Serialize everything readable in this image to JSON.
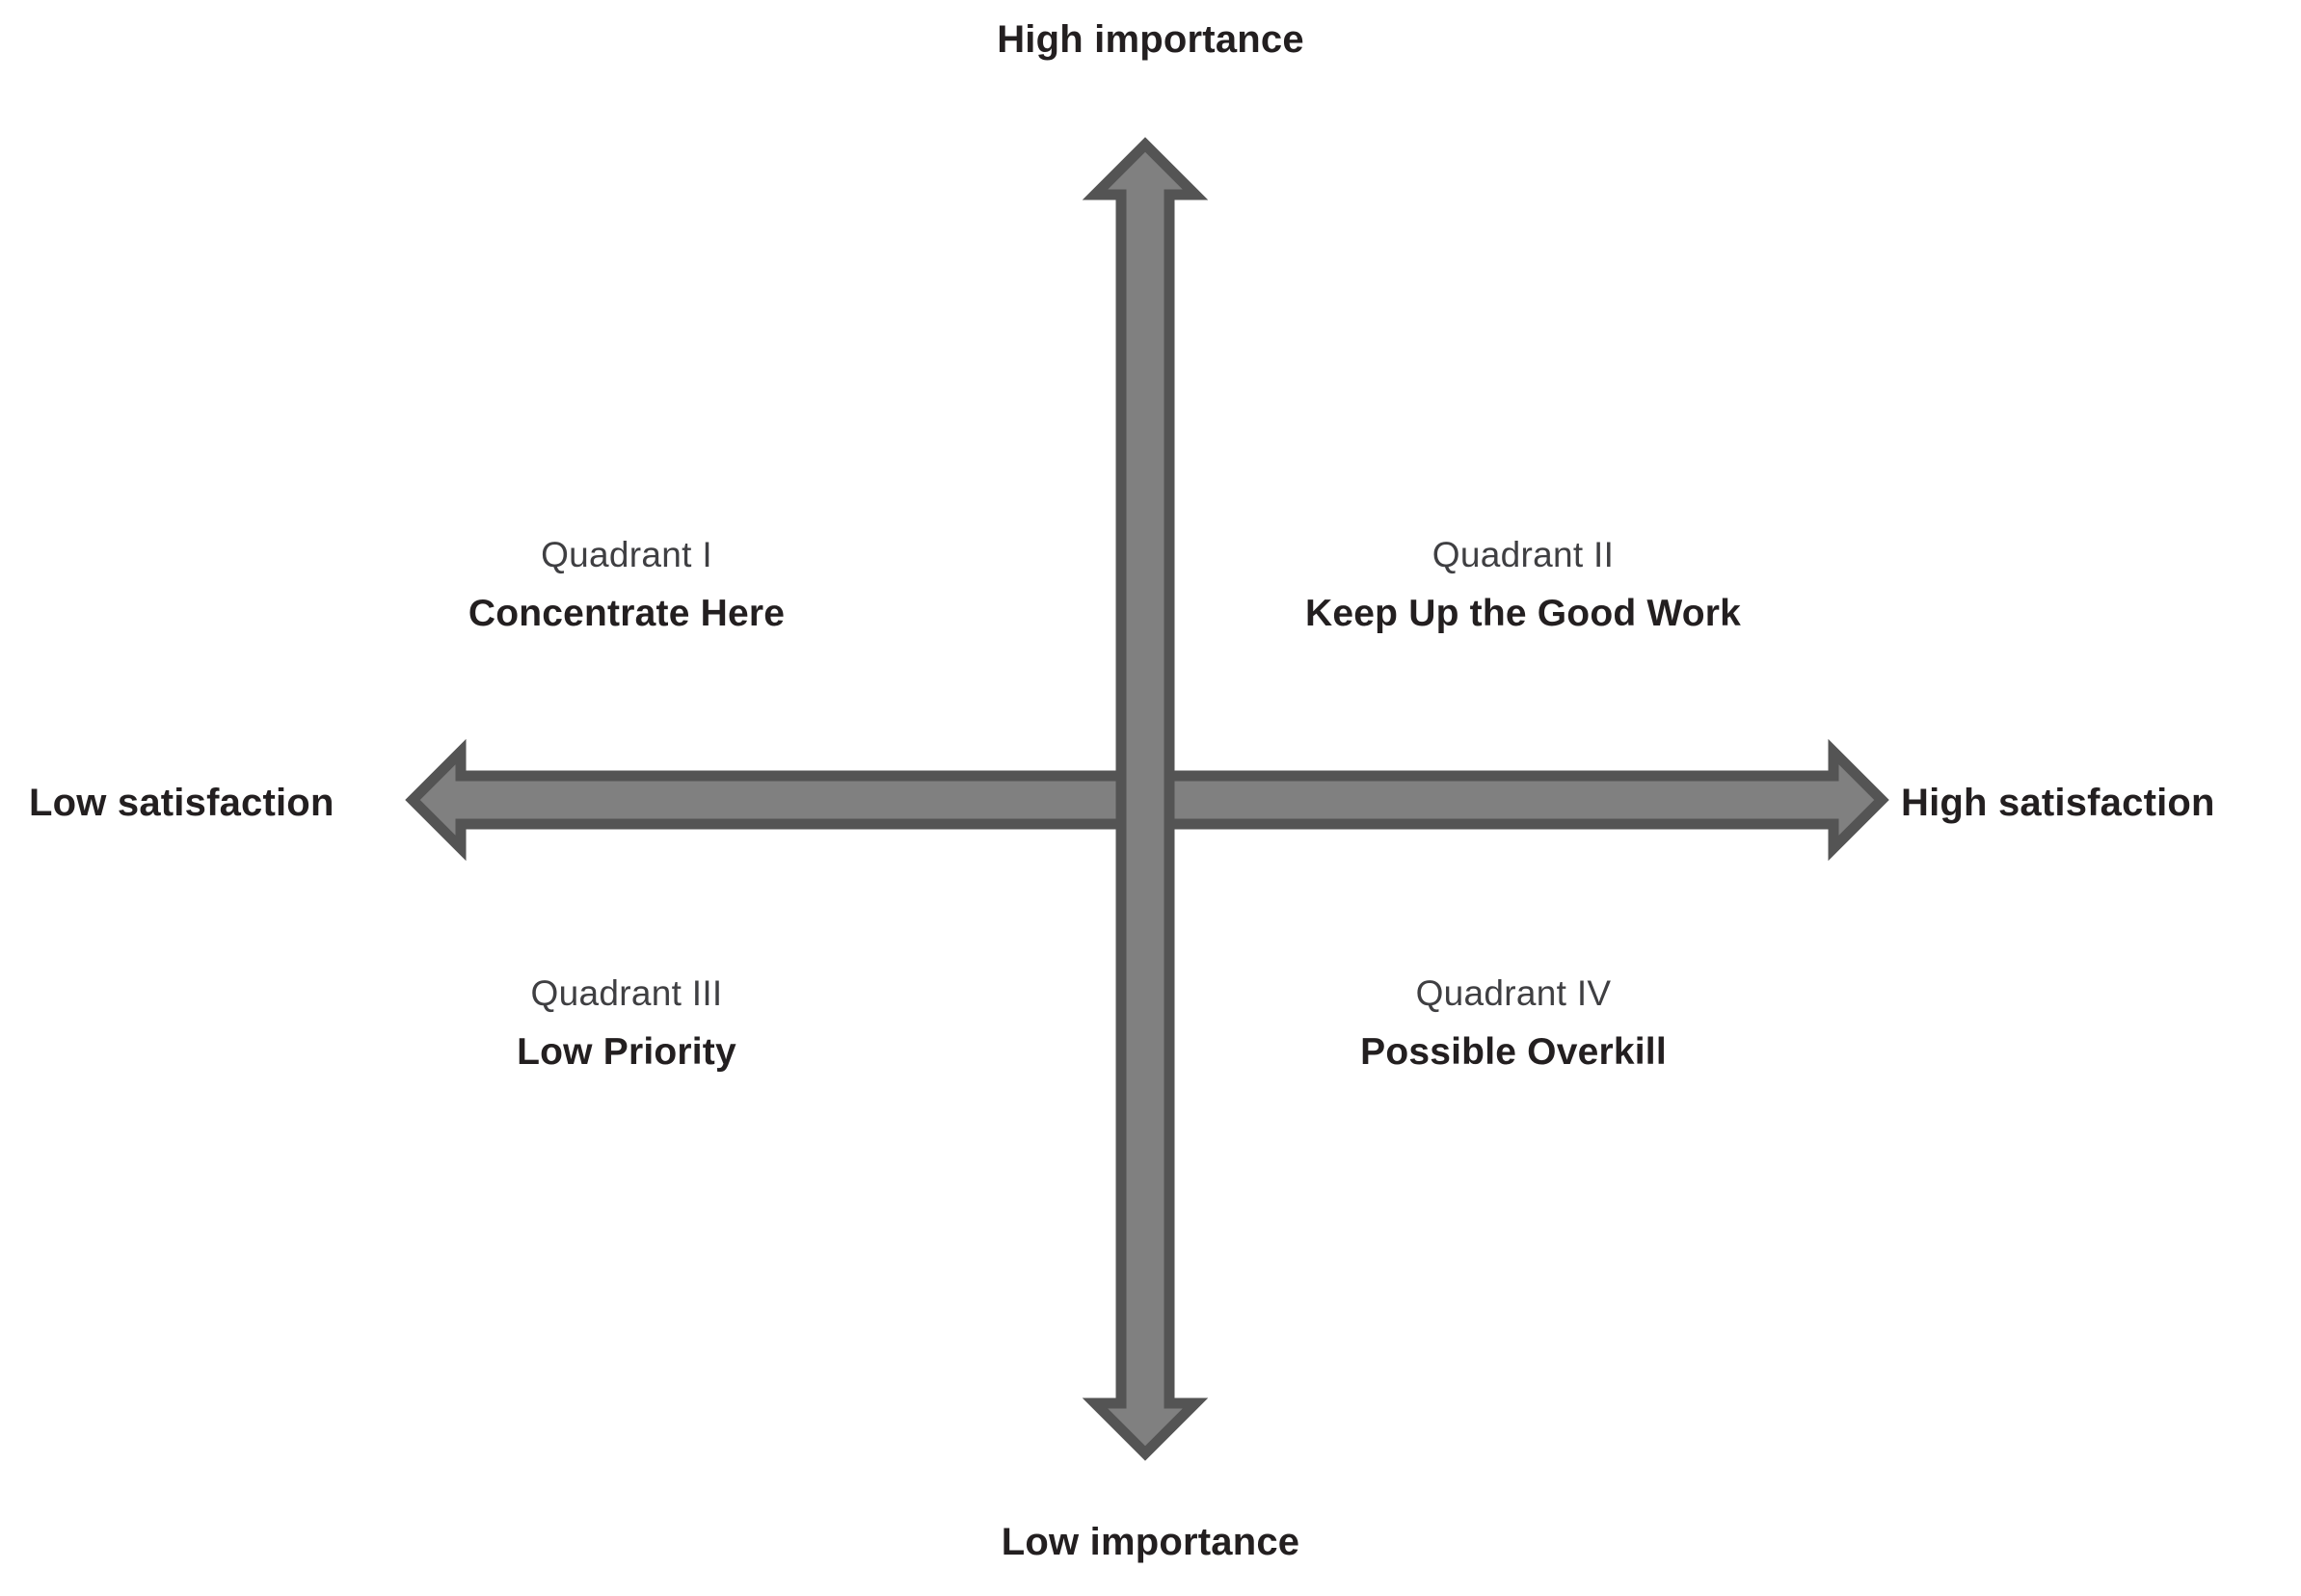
{
  "chart_data": {
    "type": "scatter",
    "title": "",
    "subtitle": "",
    "xlabel": "Satisfaction",
    "ylabel": "Importance",
    "grid": false,
    "legend": "none",
    "axis_style": "double-headed-arrow-cross",
    "axis_color": "#808080",
    "axis_outline_color": "#545454",
    "background": "#ffffff",
    "text_color": "#231f20",
    "axes": [
      {
        "id": "x-axis",
        "orientation": "horizontal",
        "low_label": "Low satisfaction",
        "high_label": "High satisfaction"
      },
      {
        "id": "y-axis",
        "orientation": "vertical",
        "low_label": "Low importance",
        "high_label": "High importance"
      }
    ],
    "quadrants": [
      {
        "id": "quadrant-1",
        "roman": "Quadrant I",
        "title": "Concentrate Here",
        "importance": "High",
        "satisfaction": "Low",
        "position": "top-left"
      },
      {
        "id": "quadrant-2",
        "roman": "Quadrant II",
        "title": "Keep Up the Good Work",
        "importance": "High",
        "satisfaction": "High",
        "position": "top-right"
      },
      {
        "id": "quadrant-3",
        "roman": "Quadrant III",
        "title": "Low Priority",
        "importance": "Low",
        "satisfaction": "Low",
        "position": "bottom-left"
      },
      {
        "id": "quadrant-4",
        "roman": "Quadrant IV",
        "title": "Possible Overkill",
        "importance": "Low",
        "satisfaction": "High",
        "position": "bottom-right"
      }
    ]
  },
  "axis_labels": {
    "top": "High importance",
    "bottom": "Low importance",
    "left": "Low satisfaction",
    "right": "High satisfaction"
  },
  "quadrants": {
    "q1": {
      "roman": "Quadrant I",
      "title": "Concentrate Here"
    },
    "q2": {
      "roman": "Quadrant II",
      "title": "Keep Up the Good Work"
    },
    "q3": {
      "roman": "Quadrant III",
      "title": "Low Priority"
    },
    "q4": {
      "roman": "Quadrant IV",
      "title": "Possible Overkill"
    }
  },
  "colors": {
    "arrow_fill": "#808080",
    "arrow_stroke": "#545454",
    "text": "#231f20",
    "muted_text": "#3f3f42",
    "background": "#ffffff"
  }
}
